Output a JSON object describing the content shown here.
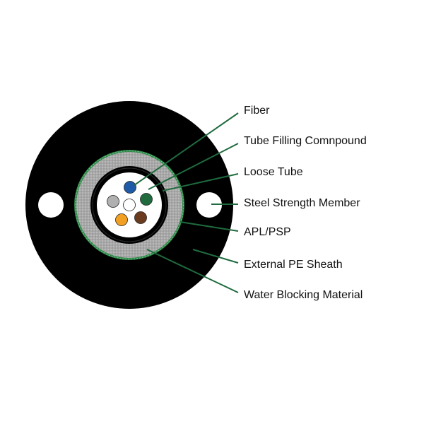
{
  "diagram": {
    "labels": [
      {
        "id": "fiber",
        "text": "Fiber"
      },
      {
        "id": "tube-filling",
        "text": "Tube Filling Comnpound"
      },
      {
        "id": "loose-tube",
        "text": "Loose Tube"
      },
      {
        "id": "steel-strength",
        "text": "Steel Strength Member"
      },
      {
        "id": "apl-psp",
        "text": "APL/PSP"
      },
      {
        "id": "external-pe",
        "text": "External PE Sheath"
      },
      {
        "id": "water-blocking",
        "text": "Water Blocking Material"
      }
    ],
    "colors": {
      "sheath": "#000000",
      "armor_ring": "#2f8a4a",
      "water_blocking": "#a9a9a9",
      "loose_tube": "#000000",
      "gel": "#ffffff",
      "leader_line": "#1f6b3e",
      "fibers": [
        "#1e5aa8",
        "#1f6b3e",
        "#b0b0b0",
        "#ffffff",
        "#f2a024",
        "#6b3b1f"
      ]
    }
  }
}
